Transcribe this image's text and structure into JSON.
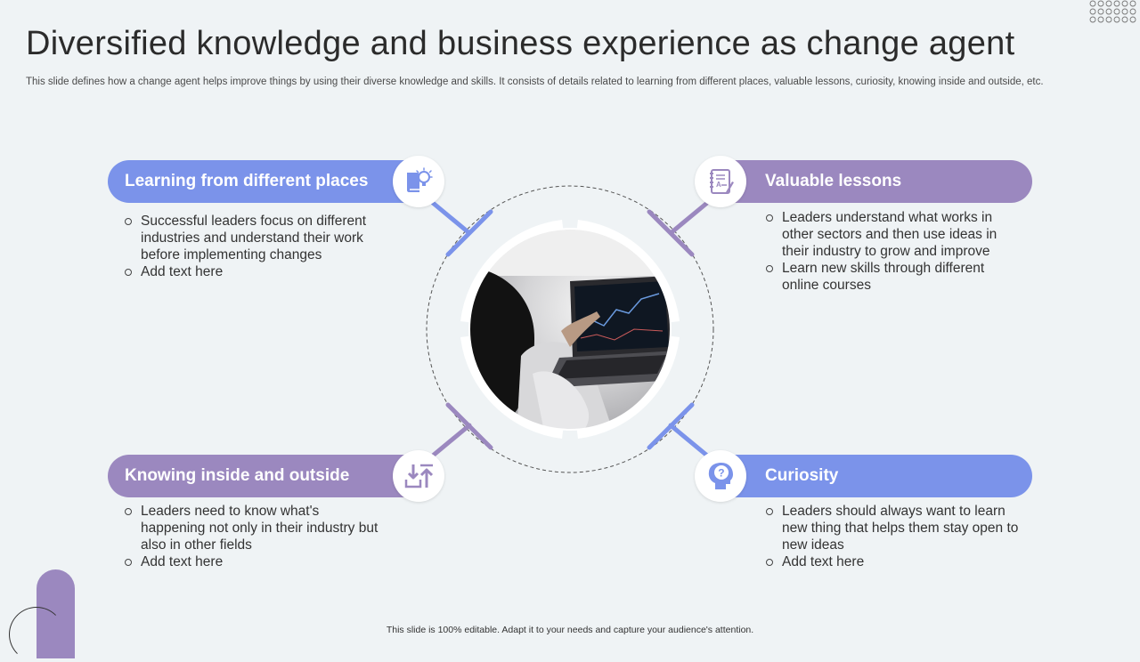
{
  "slide": {
    "title": "Diversified knowledge and business experience as change agent",
    "subtitle": "This slide defines how a change agent helps improve things by using their diverse knowledge and skills. It consists of details related to learning from different places, valuable lessons, curiosity, knowing inside and outside, etc.",
    "footer": "This slide is 100% editable. Adapt it to your needs and capture your audience's attention."
  },
  "colors": {
    "blue": "#7b93ea",
    "purple": "#9b88bf",
    "background": "#eff3f5"
  },
  "sections": [
    {
      "heading": "Learning from different places",
      "icon": "book-lightbulb-icon",
      "bullets": [
        "Successful leaders focus on different industries and understand their work before implementing changes",
        "Add text here"
      ]
    },
    {
      "heading": "Valuable lessons",
      "icon": "notebook-icon",
      "bullets": [
        "Leaders understand what works in other sectors and then use ideas in their industry to grow and improve",
        "Learn new skills through different online courses"
      ]
    },
    {
      "heading": "Knowing inside and outside",
      "icon": "download-upload-icon",
      "bullets": [
        "Leaders need to know what's happening not only in their industry but also in other fields",
        "Add text here"
      ]
    },
    {
      "heading": "Curiosity",
      "icon": "head-question-icon",
      "bullets": [
        "Leaders should always want to learn new thing that helps them stay open to new ideas",
        "Add text here"
      ]
    }
  ],
  "center_image": {
    "icon": "person-laptop-photo"
  }
}
